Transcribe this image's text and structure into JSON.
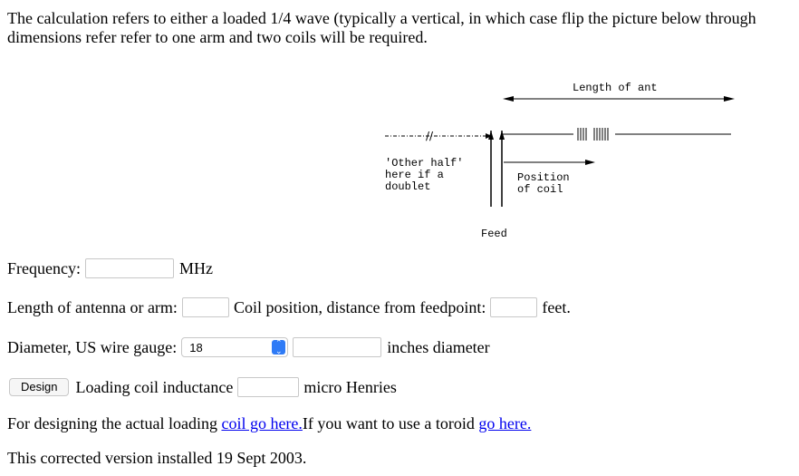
{
  "intro": {
    "line1": "The calculation refers to either a loaded 1/4 wave (typically a vertical, in which case flip the picture below through",
    "line2": "dimensions refer refer to one arm and two coils will be required."
  },
  "diagram": {
    "length_label": "Length of ant",
    "other_half_lines": [
      "'Other half'",
      "here if a",
      "doublet"
    ],
    "position_lines": [
      "Position",
      "of coil"
    ],
    "feed_label": "Feed"
  },
  "form": {
    "frequency_label": "Frequency:",
    "frequency_value": "",
    "frequency_unit": "MHz",
    "length_label": "Length of antenna or arm:",
    "length_value": "",
    "coil_position_label": "Coil position, distance from feedpoint:",
    "coil_position_value": "",
    "feet_unit": "feet.",
    "diameter_label": "Diameter, US wire gauge:",
    "gauge_selected": "18",
    "diameter_value": "",
    "inches_unit": "inches diameter",
    "design_button": "Design",
    "inductance_label": "Loading coil inductance",
    "inductance_value": "",
    "inductance_unit": "micro Henries"
  },
  "footer": {
    "text_before": "For designing the actual loading",
    "link1": "coil go here.",
    "text_mid": "If you want to use a toroid",
    "link2": "go here.",
    "installed": "This corrected version installed 19 Sept 2003."
  }
}
